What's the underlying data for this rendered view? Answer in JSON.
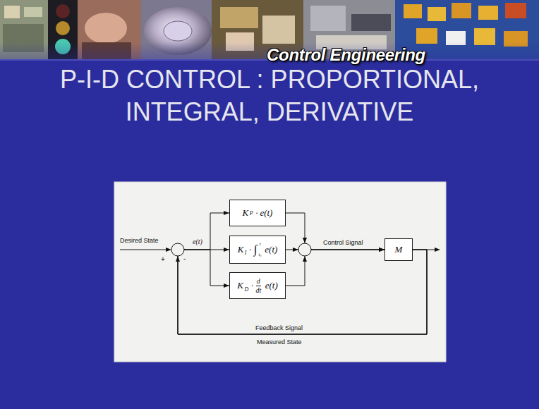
{
  "diagram": {
    "title": "P-I-D CONTROL : PROPORTIONAL, INTEGRAL, DERIVATIVE",
    "nodes": [
      {
        "text": [
          "K",
          "P",
          "·",
          "e(t)"
        ]
      },
      {
        "text": [
          "K",
          "I",
          "·",
          "∫",
          "t",
          "t₀",
          "e(t)"
        ]
      },
      {
        "text": [
          "K",
          "D",
          "·",
          "d",
          "dt",
          "e(t)"
        ]
      },
      {
        "text": [
          "M"
        ]
      }
    ],
    "edges": [
      {
        "from": 0,
        "to": 3,
        "arrow": "to"
      },
      {
        "from": 1,
        "to": 3,
        "arrow": "to"
      },
      {
        "from": 2,
        "to": 3,
        "arrow": "to"
      },
      {
        "from": 3,
        "to": 0,
        "arrow": "to"
      },
      {
        "from": 3,
        "to": 1,
        "arrow": "to"
      },
      {
        "from": 3,
        "to": 2,
        "arrow": "to"
      }
    ],
    "labels": [
      "Control Engineering",
      "Desired State",
      "e(t)",
      "+",
      "-",
      "Control Signal",
      "Feedback Signal",
      "Measured State"
    ]
  }
}
